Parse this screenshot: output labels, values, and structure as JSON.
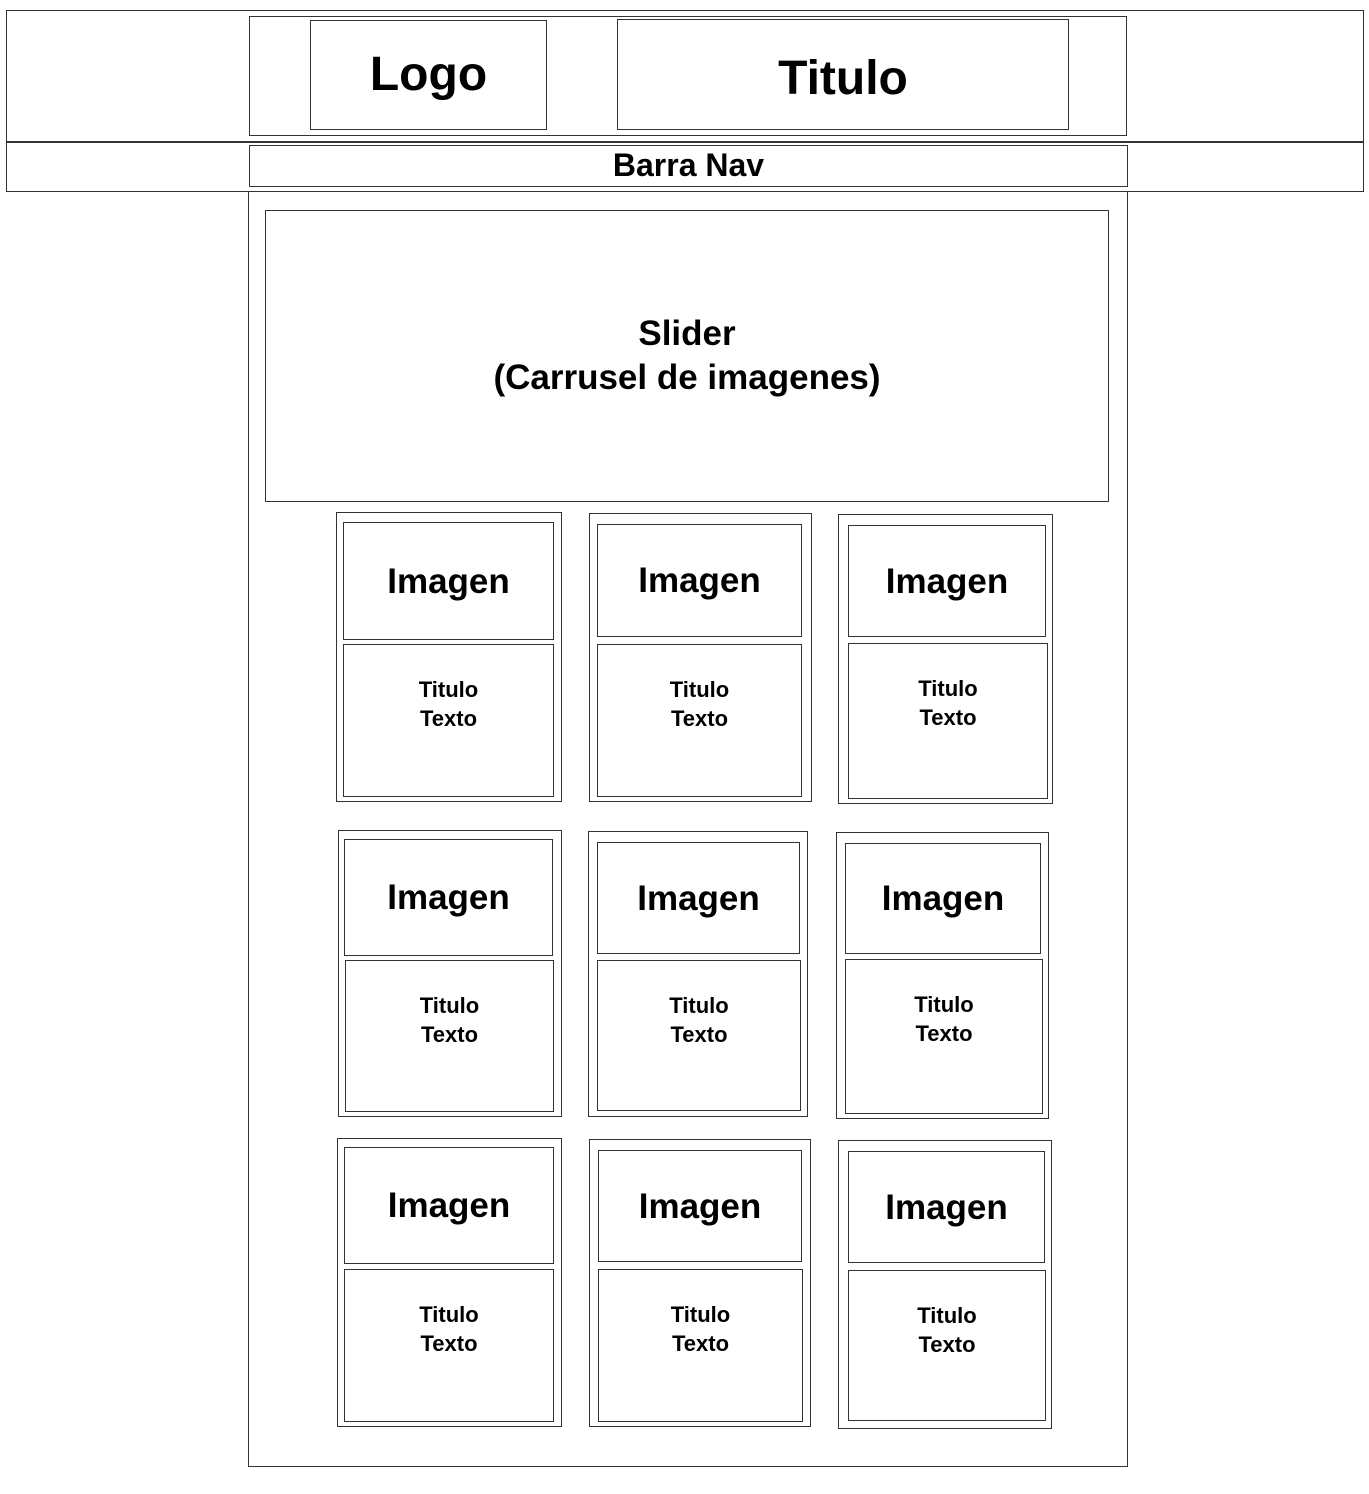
{
  "header": {
    "logo": "Logo",
    "title": "Titulo"
  },
  "nav": {
    "label": "Barra Nav"
  },
  "slider": {
    "line1": "Slider",
    "line2": "(Carrusel de imagenes)"
  },
  "cards": [
    {
      "image": "Imagen",
      "title": "Titulo",
      "text": "Texto"
    },
    {
      "image": "Imagen",
      "title": "Titulo",
      "text": "Texto"
    },
    {
      "image": "Imagen",
      "title": "Titulo",
      "text": "Texto"
    },
    {
      "image": "Imagen",
      "title": "Titulo",
      "text": "Texto"
    },
    {
      "image": "Imagen",
      "title": "Titulo",
      "text": "Texto"
    },
    {
      "image": "Imagen",
      "title": "Titulo",
      "text": "Texto"
    },
    {
      "image": "Imagen",
      "title": "Titulo",
      "text": "Texto"
    },
    {
      "image": "Imagen",
      "title": "Titulo",
      "text": "Texto"
    },
    {
      "image": "Imagen",
      "title": "Titulo",
      "text": "Texto"
    }
  ]
}
